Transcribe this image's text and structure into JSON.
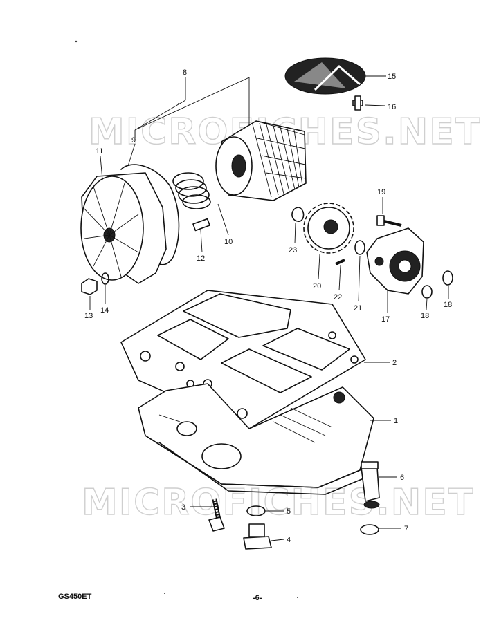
{
  "watermark": {
    "top": "MICROFICHES.NET",
    "bottom": "MICROFICHES.NET"
  },
  "footer": {
    "model": "GS450ET",
    "page": "-6-"
  },
  "callouts": {
    "c1": "1",
    "c2": "2",
    "c3": "3",
    "c4": "4",
    "c5": "5",
    "c6": "6",
    "c7": "7",
    "c8": "8",
    "c9": "9",
    "c10": "10",
    "c11": "11",
    "c12": "12",
    "c13": "13",
    "c14": "14",
    "c15": "15",
    "c16": "16",
    "c17": "17",
    "c18a": "18",
    "c18b": "18",
    "c19": "19",
    "c20": "20",
    "c21": "21",
    "c22": "22",
    "c23": "23"
  }
}
